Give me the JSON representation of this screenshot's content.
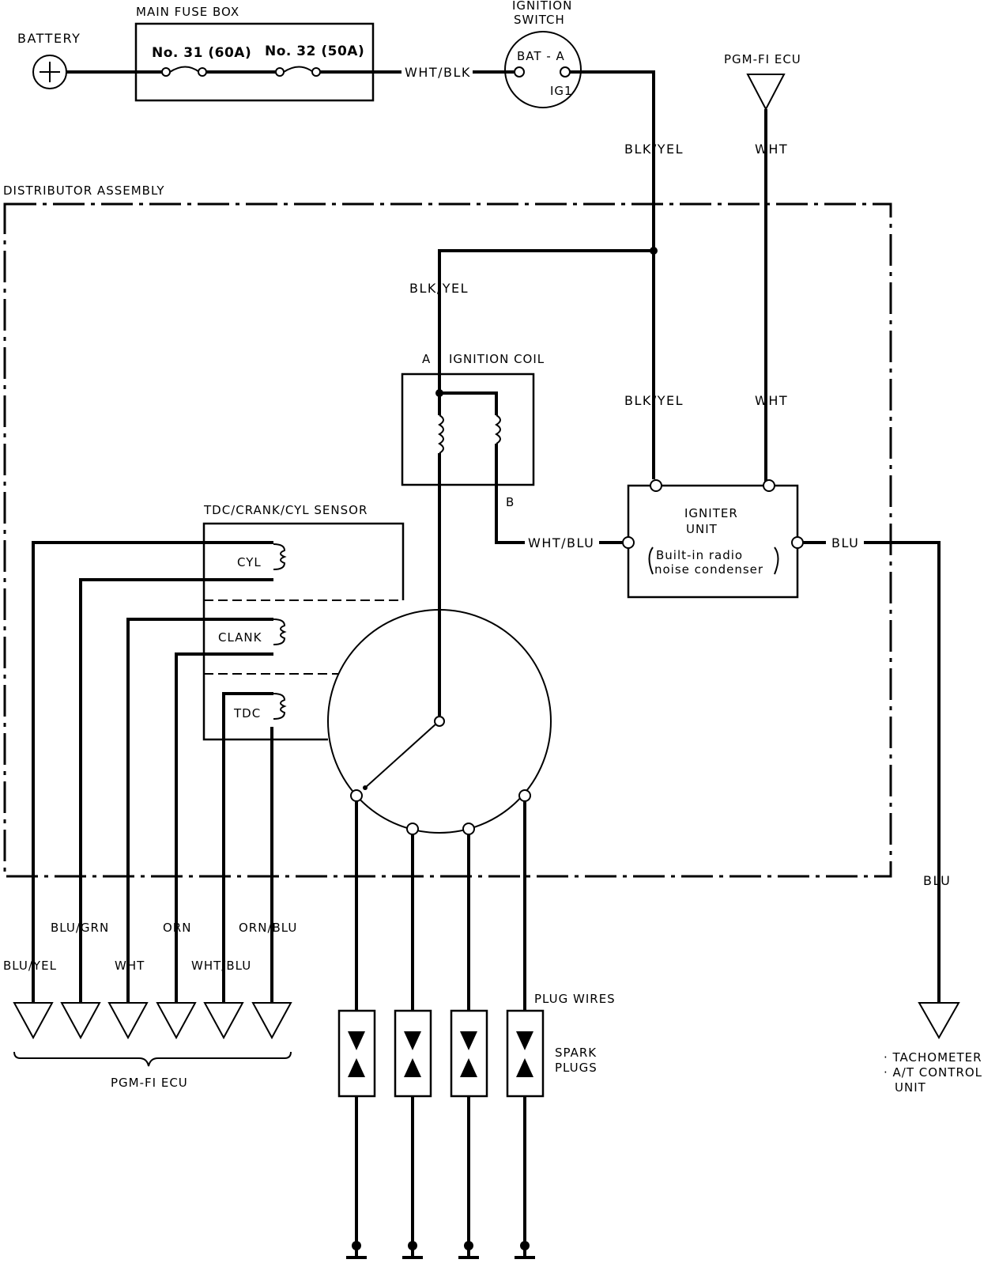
{
  "labels": {
    "battery": "BATTERY",
    "main_fuse_box": "MAIN FUSE BOX",
    "fuse_31": "No. 31 (60A)",
    "fuse_32": "No. 32 (50A)",
    "ignition_switch_1": "IGNITION",
    "ignition_switch_2": "SWITCH",
    "bat_a": "BAT - A",
    "ig1": "IG1",
    "pgm_fi_ecu_top": "PGM-FI ECU",
    "wire_wht_blk": "WHT/BLK",
    "wire_blk_yel_1": "BLK/YEL",
    "wire_wht_1": "WHT",
    "distributor_assembly": "DISTRIBUTOR ASSEMBLY",
    "wire_blk_yel_2": "BLK/YEL",
    "coil_a": "A",
    "ignition_coil": "IGNITION COIL",
    "coil_b": "B",
    "wire_blk_yel_3": "BLK/YEL",
    "wire_wht_2": "WHT",
    "igniter_unit_1": "IGNITER",
    "igniter_unit_2": "UNIT",
    "igniter_note_1": "Built-in radio",
    "igniter_note_2": "noise condenser",
    "wire_wht_blu_coil": "WHT/BLU",
    "wire_blu_out": "BLU",
    "wire_blu_down": "BLU",
    "sensor_title": "TDC/CRANK/CYL SENSOR",
    "sensor_cyl": "CYL",
    "sensor_crank": "CLANK",
    "sensor_tdc": "TDC",
    "ecu_blu_grn": "BLU/GRN",
    "ecu_orn": "ORN",
    "ecu_orn_blu": "ORN/BLU",
    "ecu_blu_yel": "BLU/YEL",
    "ecu_wht": "WHT",
    "ecu_wht_blu": "WHT/BLU",
    "pgm_fi_ecu_bottom": "PGM-FI  ECU",
    "plug_wires": "PLUG WIRES",
    "spark_1": "SPARK",
    "spark_2": "PLUGS",
    "tach_1": "· TACHOMETER",
    "tach_2": "· A/T CONTROL",
    "tach_3": "UNIT"
  }
}
